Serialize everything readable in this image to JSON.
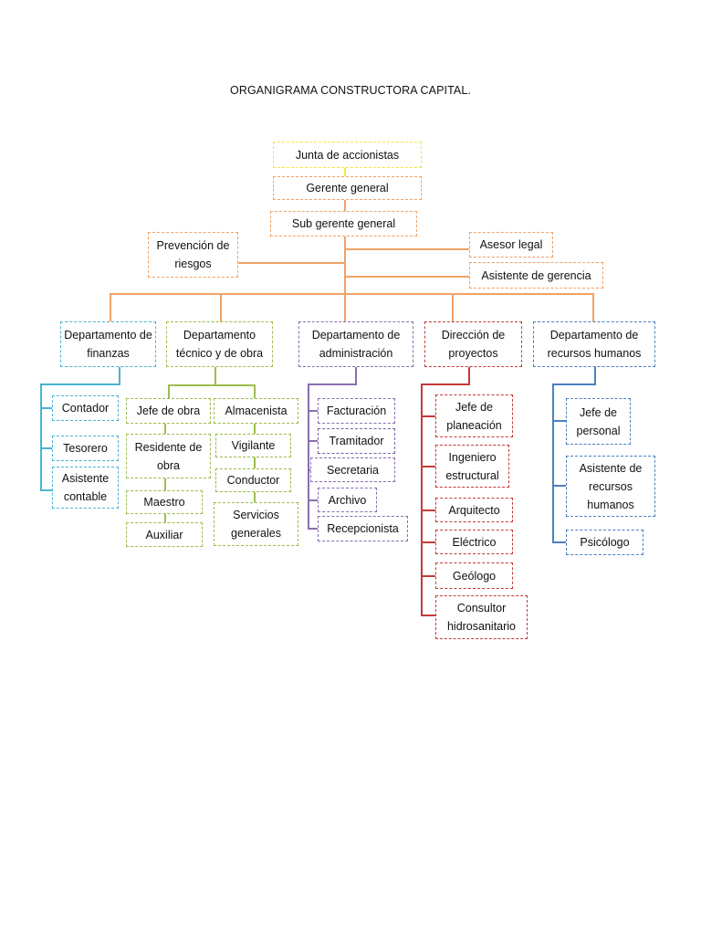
{
  "title": "ORGANIGRAMA CONSTRUCTORA CAPITAL.",
  "colors": {
    "yellow": "#f4e83a",
    "orange": "#f0a266",
    "finance": "#4bb3d3",
    "technical": "#9cbd4e",
    "administration": "#8a6db0",
    "projects": "#c33a3a",
    "human_resources": "#4a80c0"
  },
  "top": {
    "board": "Junta de accionistas",
    "general_manager": "Gerente general",
    "deputy_manager": "Sub gerente  general",
    "risk_prevention": "Prevención de riesgos",
    "legal_advisor": "Asesor legal",
    "management_assistant": "Asistente de gerencia"
  },
  "finance": {
    "title": "Departamento de finanzas",
    "items": [
      "Contador",
      "Tesorero",
      "Asistente contable"
    ]
  },
  "technical": {
    "title": "Departamento técnico y de obra",
    "left": [
      "Jefe de obra",
      "Residente de obra",
      "Maestro",
      "Auxiliar"
    ],
    "right": [
      "Almacenista",
      "Vigilante",
      "Conductor",
      "Servicios generales"
    ]
  },
  "administration": {
    "title": "Departamento de administración",
    "items": [
      "Facturación",
      "Tramitador",
      "Secretaria",
      "Archivo",
      "Recepcionista"
    ]
  },
  "projects": {
    "title": "Dirección de proyectos",
    "items": [
      "Jefe de planeación",
      "Ingeniero estructural",
      "Arquitecto",
      "Eléctrico",
      "Geólogo",
      "Consultor hidrosanitario"
    ]
  },
  "human_resources": {
    "title": "Departamento de recursos humanos",
    "items": [
      "Jefe de personal",
      "Asistente de recursos humanos",
      "Psicólogo"
    ]
  }
}
